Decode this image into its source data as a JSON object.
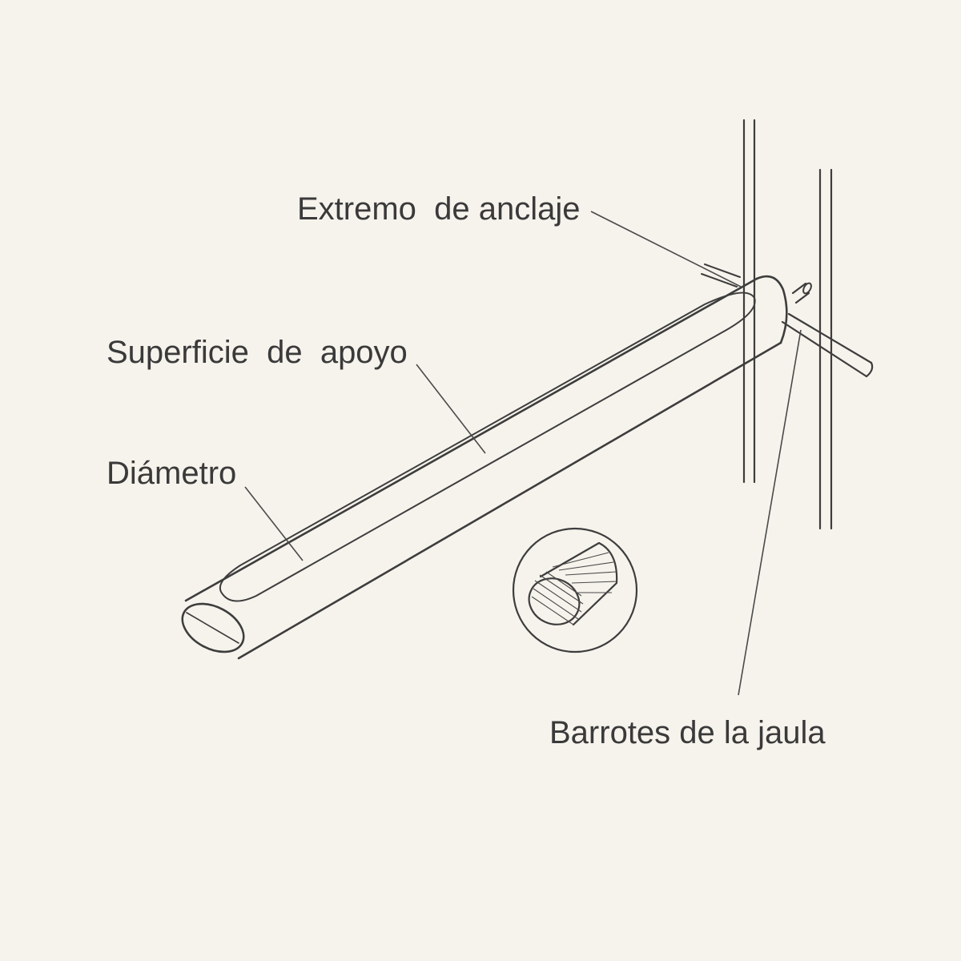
{
  "labels": {
    "anchor_end": "Extremo  de anclaje",
    "bearing_surface": "Superficie  de  apoyo",
    "diameter": "Diámetro",
    "cage_bars": "Barrotes de la jaula"
  },
  "colors": {
    "background": "#f6f3ec",
    "ink": "#3d3d3d",
    "text": "#3a3a3a"
  }
}
